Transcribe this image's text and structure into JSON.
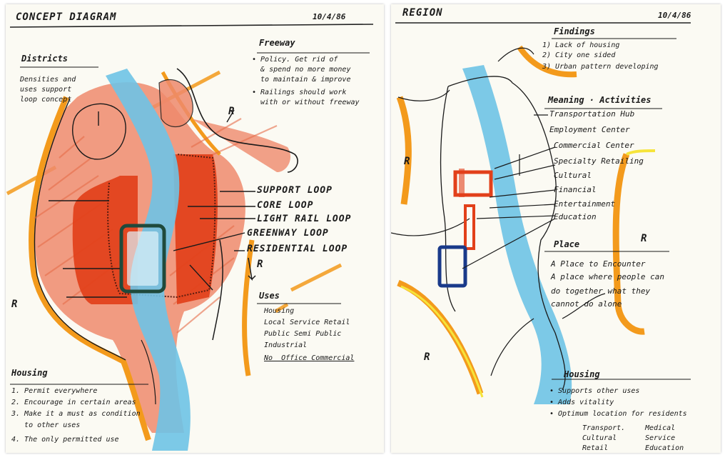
{
  "left_sheet": {
    "title": "CONCEPT DIAGRAM",
    "date": "10/4/86",
    "districts": {
      "heading": "Districts",
      "lines": [
        "Densities and",
        "uses support",
        "loop concept"
      ]
    },
    "freeway": {
      "heading": "Freeway",
      "lines": [
        "• Policy. Get rid of",
        "  & spend no more money",
        "  to maintain & improve",
        "• Railings should work",
        "  with or without freeway"
      ]
    },
    "loops": [
      "SUPPORT LOOP",
      "CORE LOOP",
      "LIGHT RAIL LOOP",
      "GREENWAY LOOP",
      "RESIDENTIAL LOOP"
    ],
    "uses": {
      "heading": "Uses",
      "lines": [
        "Housing",
        "Local Service Retail",
        "Public Semi Public",
        "Industrial",
        "No  Office Commercial"
      ]
    },
    "housing": {
      "heading": "Housing",
      "lines": [
        "1. Permit everywhere",
        "2. Encourage in certain areas",
        "3. Make it a must as condition",
        "   to other uses",
        "4. The only permitted use"
      ]
    },
    "marks": [
      "R",
      "R",
      "R"
    ]
  },
  "right_sheet": {
    "title": "REGION",
    "date": "10/4/86",
    "findings": {
      "heading": "Findings",
      "lines": [
        "1) Lack of housing",
        "2) City one sided",
        "3) Urban pattern developing"
      ]
    },
    "meaning": {
      "heading": "Meaning · Activities",
      "lines": [
        "Transportation Hub",
        "Employment Center",
        "Commercial Center",
        "Specialty Retailing",
        "Cultural",
        "Financial",
        "Entertainment",
        "Education"
      ]
    },
    "place": {
      "heading": "Place",
      "lines": [
        "A Place to Encounter",
        "A place where people can",
        "do together what they",
        "cannot do alone"
      ]
    },
    "housing": {
      "heading": "Housing",
      "lines": [
        "• Supports other uses",
        "• Adds vitality",
        "• Optimum location for residents"
      ],
      "col1": [
        "Transport.",
        "Cultural",
        "Retail"
      ],
      "col2": [
        "Medical",
        "Service",
        "Education"
      ]
    },
    "marks": [
      "R",
      "R",
      "R"
    ]
  },
  "colors": {
    "paper": "#fbfaf3",
    "orange_marker": "#f39a1c",
    "red_marker": "#e2401a",
    "salmon_marker": "#ef8a6c",
    "blue_marker": "#6ec3e6",
    "yellow_marker": "#f6e43a",
    "dark_green": "#1f4a3c",
    "navy": "#1a3a8a",
    "ink": "#1a1a1a"
  }
}
